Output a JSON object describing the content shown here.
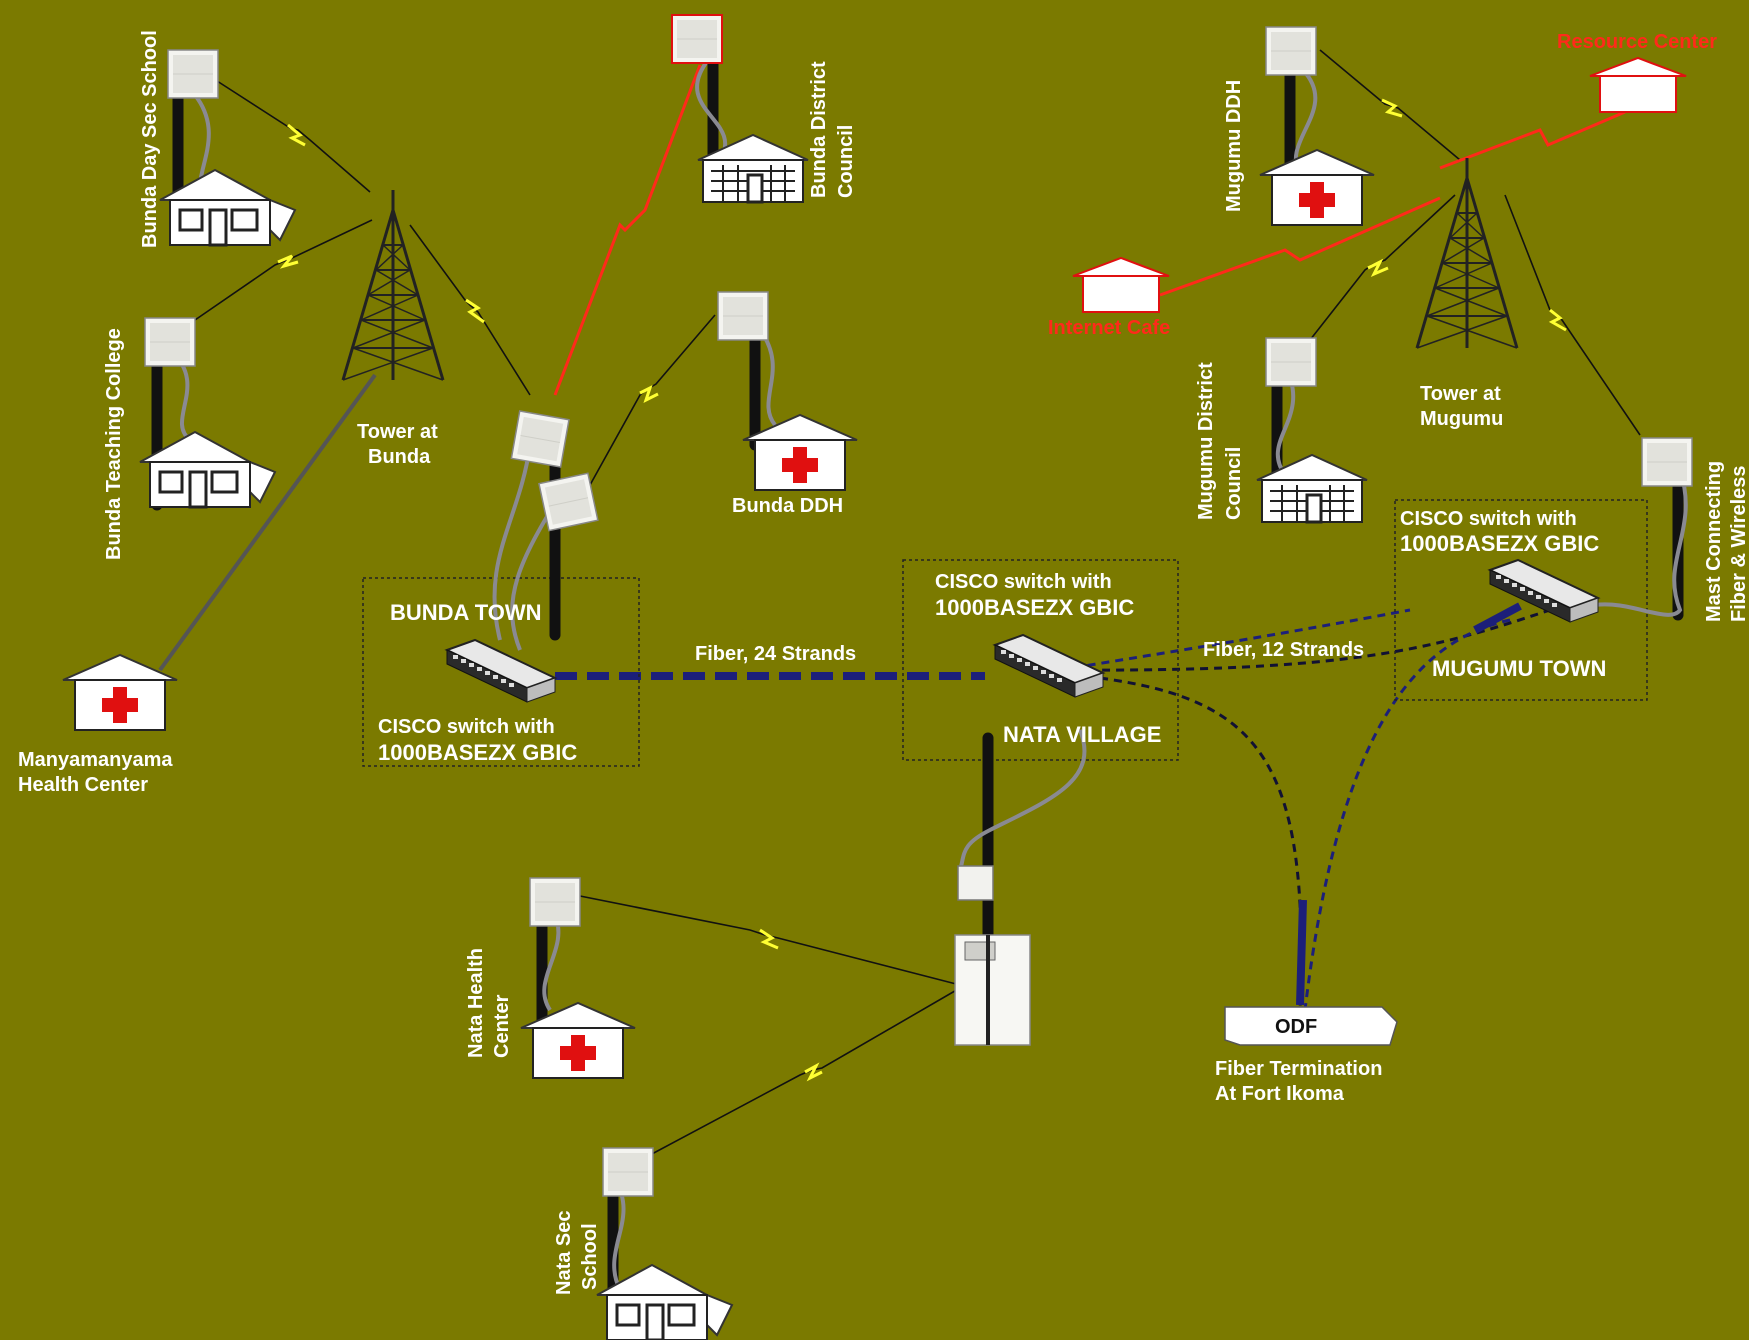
{
  "colors": {
    "background": "#7b7a00",
    "fiber": "#1c1f7a",
    "fiber_thin": "#111133",
    "wireless": "#ffff33",
    "wireless_red": "#ff2a1a",
    "clinic_cross": "#e01010"
  },
  "labels": {
    "bunda_day_sec_school": "Bunda Day Sec School",
    "bunda_teaching_college": "Bunda Teaching College",
    "tower_bunda_1": "Tower at",
    "tower_bunda_2": "Bunda",
    "manyamanyama_1": "Manyamanyama",
    "manyamanyama_2": "Health Center",
    "bunda_district_council_1": "Bunda District",
    "bunda_district_council_2": "Council",
    "bunda_ddh": "Bunda DDH",
    "bunda_town": "BUNDA TOWN",
    "bunda_switch_1": "CISCO switch with",
    "bunda_switch_2": "1000BASEZX GBIC",
    "fiber_24": "Fiber, 24 Strands",
    "nata_switch_1": "CISCO switch with",
    "nata_switch_2": "1000BASEZX GBIC",
    "nata_village": "NATA VILLAGE",
    "fiber_12": "Fiber, 12 Strands",
    "mugumu_switch_1": "CISCO switch with",
    "mugumu_switch_2": "1000BASEZX GBIC",
    "mugumu_town": "MUGUMU TOWN",
    "mast_connecting_1": "Mast Connecting",
    "mast_connecting_2": "Fiber & Wireless",
    "mugumu_ddh": "Mugumu DDH",
    "resource_center": "Resource Center",
    "internet_cafe": "Internet Cafe",
    "tower_mugumu_1": "Tower at",
    "tower_mugumu_2": "Mugumu",
    "mugumu_district_council_1": "Mugumu District",
    "mugumu_district_council_2": "Council",
    "odf": "ODF",
    "fiber_termination_1": "Fiber Termination",
    "fiber_termination_2": "At Fort Ikoma",
    "nata_health_center_1": "Nata Health",
    "nata_health_center_2": "Center",
    "nata_sec_school_1": "Nata Sec",
    "nata_sec_school_2": "School"
  }
}
